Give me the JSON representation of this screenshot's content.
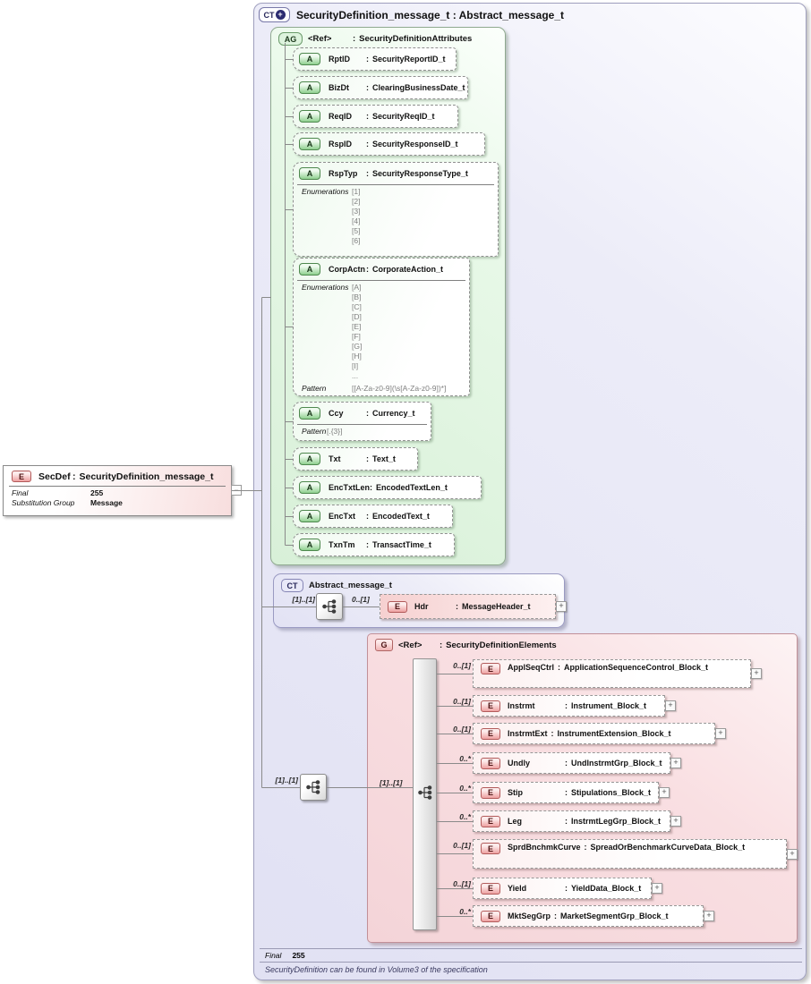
{
  "ui": {
    "colon": ":",
    "plus": "+",
    "minus": "−"
  },
  "root": {
    "badge": "CT",
    "title": "SecurityDefinition_message_t : Abstract_message_t",
    "final_label": "Final",
    "final_value": "255",
    "annotation": "SecurityDefinition can be found in Volume3 of the specification"
  },
  "secdef": {
    "badge": "E",
    "name": "SecDef",
    "type": "SecurityDefinition_message_t",
    "final_label": "Final",
    "final_value": "255",
    "subst_label": "Substitution Group",
    "subst_value": "Message"
  },
  "attributes_group": {
    "badge": "AG",
    "name": "<Ref>",
    "type": "SecurityDefinitionAttributes",
    "attributes": [
      {
        "badge": "A",
        "name": "RptID",
        "type": "SecurityReportID_t"
      },
      {
        "badge": "A",
        "name": "BizDt",
        "type": "ClearingBusinessDate_t"
      },
      {
        "badge": "A",
        "name": "ReqID",
        "type": "SecurityReqID_t"
      },
      {
        "badge": "A",
        "name": "RspID",
        "type": "SecurityResponseID_t"
      },
      {
        "badge": "A",
        "name": "RspTyp",
        "type": "SecurityResponseType_t",
        "enum_label": "Enumerations",
        "enums": [
          "[1]",
          "[2]",
          "[3]",
          "[4]",
          "[5]",
          "[6]"
        ]
      },
      {
        "badge": "A",
        "name": "CorpActn",
        "type": "CorporateAction_t",
        "enum_label": "Enumerations",
        "enums": [
          "[A]",
          "[B]",
          "[C]",
          "[D]",
          "[E]",
          "[F]",
          "[G]",
          "[H]",
          "[I]",
          "..."
        ],
        "pattern_label": "Pattern",
        "pattern": "[[A-Za-z0-9](\\s[A-Za-z0-9])*]"
      },
      {
        "badge": "A",
        "name": "Ccy",
        "type": "Currency_t",
        "pattern_label": "Pattern",
        "pattern": "[.{3}]"
      },
      {
        "badge": "A",
        "name": "Txt",
        "type": "Text_t"
      },
      {
        "badge": "A",
        "name": "EncTxtLen",
        "type": "EncodedTextLen_t"
      },
      {
        "badge": "A",
        "name": "EncTxt",
        "type": "EncodedText_t"
      },
      {
        "badge": "A",
        "name": "TxnTm",
        "type": "TransactTime_t"
      }
    ]
  },
  "abstract_group": {
    "badge": "CT",
    "title": "Abstract_message_t",
    "cardinality": "[1]..[1]",
    "hdr": {
      "cardinality": "0..[1]",
      "badge": "E",
      "name": "Hdr",
      "type": "MessageHeader_t"
    }
  },
  "elements_group": {
    "badge": "G",
    "name": "<Ref>",
    "type": "SecurityDefinitionElements",
    "outer_cardinality": "[1]..[1]",
    "inner_cardinality": "[1]..[1]",
    "elements": [
      {
        "cardinality": "0..[1]",
        "badge": "E",
        "name": "ApplSeqCtrl",
        "type": "ApplicationSequenceControl_Block_t"
      },
      {
        "cardinality": "0..[1]",
        "badge": "E",
        "name": "Instrmt",
        "type": "Instrument_Block_t"
      },
      {
        "cardinality": "0..[1]",
        "badge": "E",
        "name": "InstrmtExt",
        "type": "InstrumentExtension_Block_t"
      },
      {
        "cardinality": "0..*",
        "badge": "E",
        "name": "Undly",
        "type": "UndInstrmtGrp_Block_t"
      },
      {
        "cardinality": "0..*",
        "badge": "E",
        "name": "Stip",
        "type": "Stipulations_Block_t"
      },
      {
        "cardinality": "0..*",
        "badge": "E",
        "name": "Leg",
        "type": "InstrmtLegGrp_Block_t"
      },
      {
        "cardinality": "0..[1]",
        "badge": "E",
        "name": "SprdBnchmkCurve",
        "type": "SpreadOrBenchmarkCurveData_Block_t"
      },
      {
        "cardinality": "0..[1]",
        "badge": "E",
        "name": "Yield",
        "type": "YieldData_Block_t"
      },
      {
        "cardinality": "0..*",
        "badge": "E",
        "name": "MktSegGrp",
        "type": "MarketSegmentGrp_Block_t"
      }
    ]
  }
}
